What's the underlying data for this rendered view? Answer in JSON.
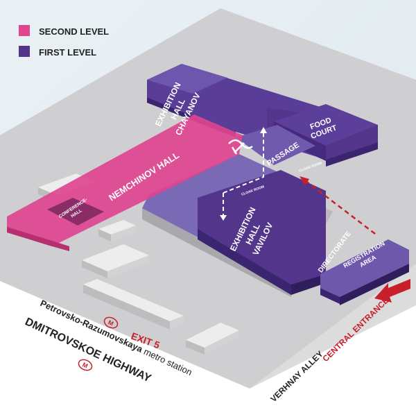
{
  "legend": {
    "items": [
      {
        "label": "SECOND LEVEL",
        "color": "#e0458f"
      },
      {
        "label": "FIRST LEVEL",
        "color": "#53358c"
      }
    ]
  },
  "halls": {
    "chayanov": [
      "EXHIBITION",
      "HALL",
      "CHAYANOV"
    ],
    "vavilov": [
      "EXHIBITION",
      "HALL",
      "VAVILOV"
    ],
    "nemchinov": "NEMCHINOV HALL",
    "conference": [
      "CONFERENCE-",
      "HALL"
    ],
    "food_court": [
      "FOOD",
      "COURT"
    ],
    "passage": "PASSAGE",
    "cloak_room_1": "CLOAK ROOM",
    "cloak_room_2": "CLOAK ROOM",
    "directorate": "DIRECTORATE",
    "registration": [
      "REGISTRATION",
      "AREA"
    ]
  },
  "streets": {
    "metro_name": "Petrovsko-Razumovskaya",
    "metro_suffix": "metro station",
    "highway": "DMITROVSKOE HIGHWAY",
    "alley": "VERHNAY ALLEY",
    "entrance": "CENTRAL ENTRANCE",
    "exit": "EXIT 5"
  },
  "colors": {
    "second_level": "#e0458f",
    "first_level": "#53358c",
    "accent_red": "#c8202a"
  }
}
